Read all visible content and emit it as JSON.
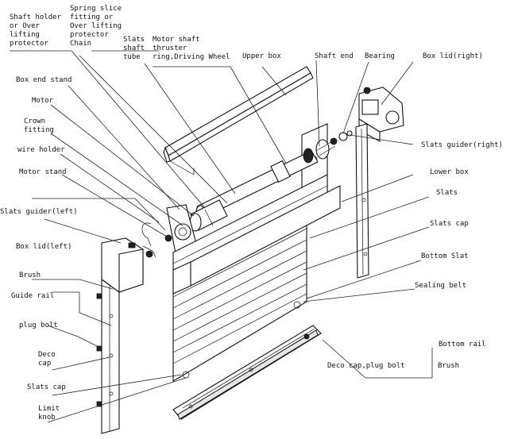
{
  "labels": {
    "shaft_holder": "Shaft holder\nor Over\nlifting\nprotector",
    "spring_slice": "Spring slice\nfitting or\nOver lifting\nprotector\nChain",
    "slats_shaft_tube": "Slats\nshaft\ntube",
    "motor_shaft": "Motor shaft\nthruster\nring,Driving Wheel",
    "upper_box": "Upper box",
    "shaft_end": "Shaft end",
    "bearing": "Bearing",
    "box_lid_right": "Box lid(right)",
    "box_end_stand": "Box end stand",
    "motor": "Motor",
    "crown_fitting": "Crown\nfitting",
    "wire_holder": "wire holder",
    "motor_stand": "Motor stand",
    "slats_guider_right": "Slats guider(right)",
    "lower_box": "Lower box",
    "slats": "Slats",
    "slats_guider_left": "Slats guider(left)",
    "slats_cap_right": "Slats cap",
    "box_lid_left": "Box lid(left)",
    "bottom_slat": "Bottom Slat",
    "brush_left": "Brush",
    "sealing_belt": "Sealing belt",
    "guide_rail": "Guide rail",
    "plug_bolt": "plug bolt",
    "bottom_rail": "Bottom rail",
    "deco_cap": "Deco\ncap",
    "deco_cap_plug_bolt": "Deco cap,plug bolt",
    "brush_right": "Brush",
    "slats_cap_left": "Slats cap",
    "limit_knob": "Limit\nknob"
  }
}
